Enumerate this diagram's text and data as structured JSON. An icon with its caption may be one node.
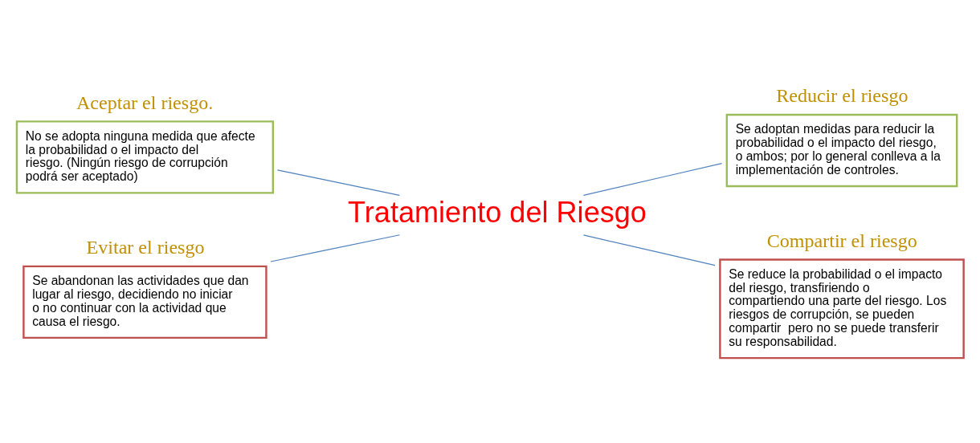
{
  "diagram": {
    "nodes": [
      {
        "text": [
          "Aceptar el riesgo.",
          "No se adopta ninguna medida que afecte la probabilidad o el impacto del riesgo. (Ningún riesgo de corrupción podrá ser aceptado)"
        ]
      },
      {
        "text": [
          "Reducir el riesgo",
          "Se adoptan medidas para reducir la probabilidad o el impacto del riesgo, o ambos; por lo general conlleva a la implementación de controles."
        ]
      },
      {
        "text": [
          "Tratamiento del Riesgo"
        ]
      },
      {
        "text": [
          "Evitar el riesgo",
          "Se abandonan las actividades que dan lugar al riesgo, decidiendo no iniciar o no continuar con la actividad que causa el riesgo."
        ]
      },
      {
        "text": [
          "Compartir el riesgo",
          "Se reduce la probabilidad o el impacto del riesgo, transfiriendo o compartiendo una parte del riesgo. Los riesgos de corrupción, se pueden compartir  pero no se puede transferir su responsabilidad."
        ]
      }
    ],
    "edges": [
      {
        "from": 2,
        "to": 0,
        "arrow": "none"
      },
      {
        "from": 2,
        "to": 1,
        "arrow": "none"
      },
      {
        "from": 2,
        "to": 3,
        "arrow": "none"
      },
      {
        "from": 2,
        "to": 4,
        "arrow": "none"
      }
    ]
  }
}
